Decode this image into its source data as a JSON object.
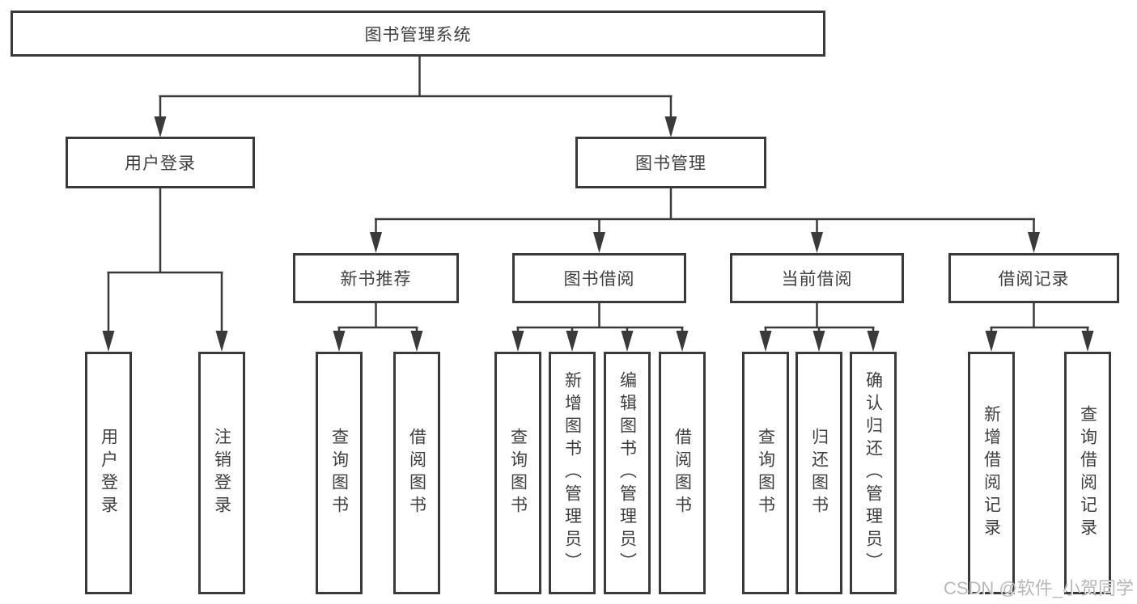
{
  "diagram": {
    "title": "图书管理系统",
    "root_label": "图书管理系统",
    "level2": [
      {
        "label": "用户登录"
      },
      {
        "label": "图书管理"
      }
    ],
    "level3": [
      {
        "label": "新书推荐"
      },
      {
        "label": "图书借阅"
      },
      {
        "label": "当前借阅"
      },
      {
        "label": "借阅记录"
      }
    ],
    "leaves": [
      {
        "label": "用户登录",
        "parent": "用户登录"
      },
      {
        "label": "注销登录",
        "parent": "用户登录"
      },
      {
        "label": "查询图书",
        "parent": "新书推荐"
      },
      {
        "label": "借阅图书",
        "parent": "新书推荐"
      },
      {
        "label": "查询图书",
        "parent": "图书借阅"
      },
      {
        "label": "新增图书（管理员）",
        "parent": "图书借阅"
      },
      {
        "label": "编辑图书（管理员）",
        "parent": "图书借阅"
      },
      {
        "label": "借阅图书",
        "parent": "图书借阅"
      },
      {
        "label": "查询图书",
        "parent": "当前借阅"
      },
      {
        "label": "归还图书",
        "parent": "当前借阅"
      },
      {
        "label": "确认归还（管理员）",
        "parent": "当前借阅"
      },
      {
        "label": "新增借阅记录",
        "parent": "借阅记录"
      },
      {
        "label": "查询借阅记录",
        "parent": "借阅记录"
      }
    ]
  },
  "watermark": "CSDN @软件_小贺同学",
  "colors": {
    "line": "#3a3a3a",
    "text": "#3f3f3f",
    "watermark": "#b9b9b9",
    "background": "#ffffff"
  }
}
